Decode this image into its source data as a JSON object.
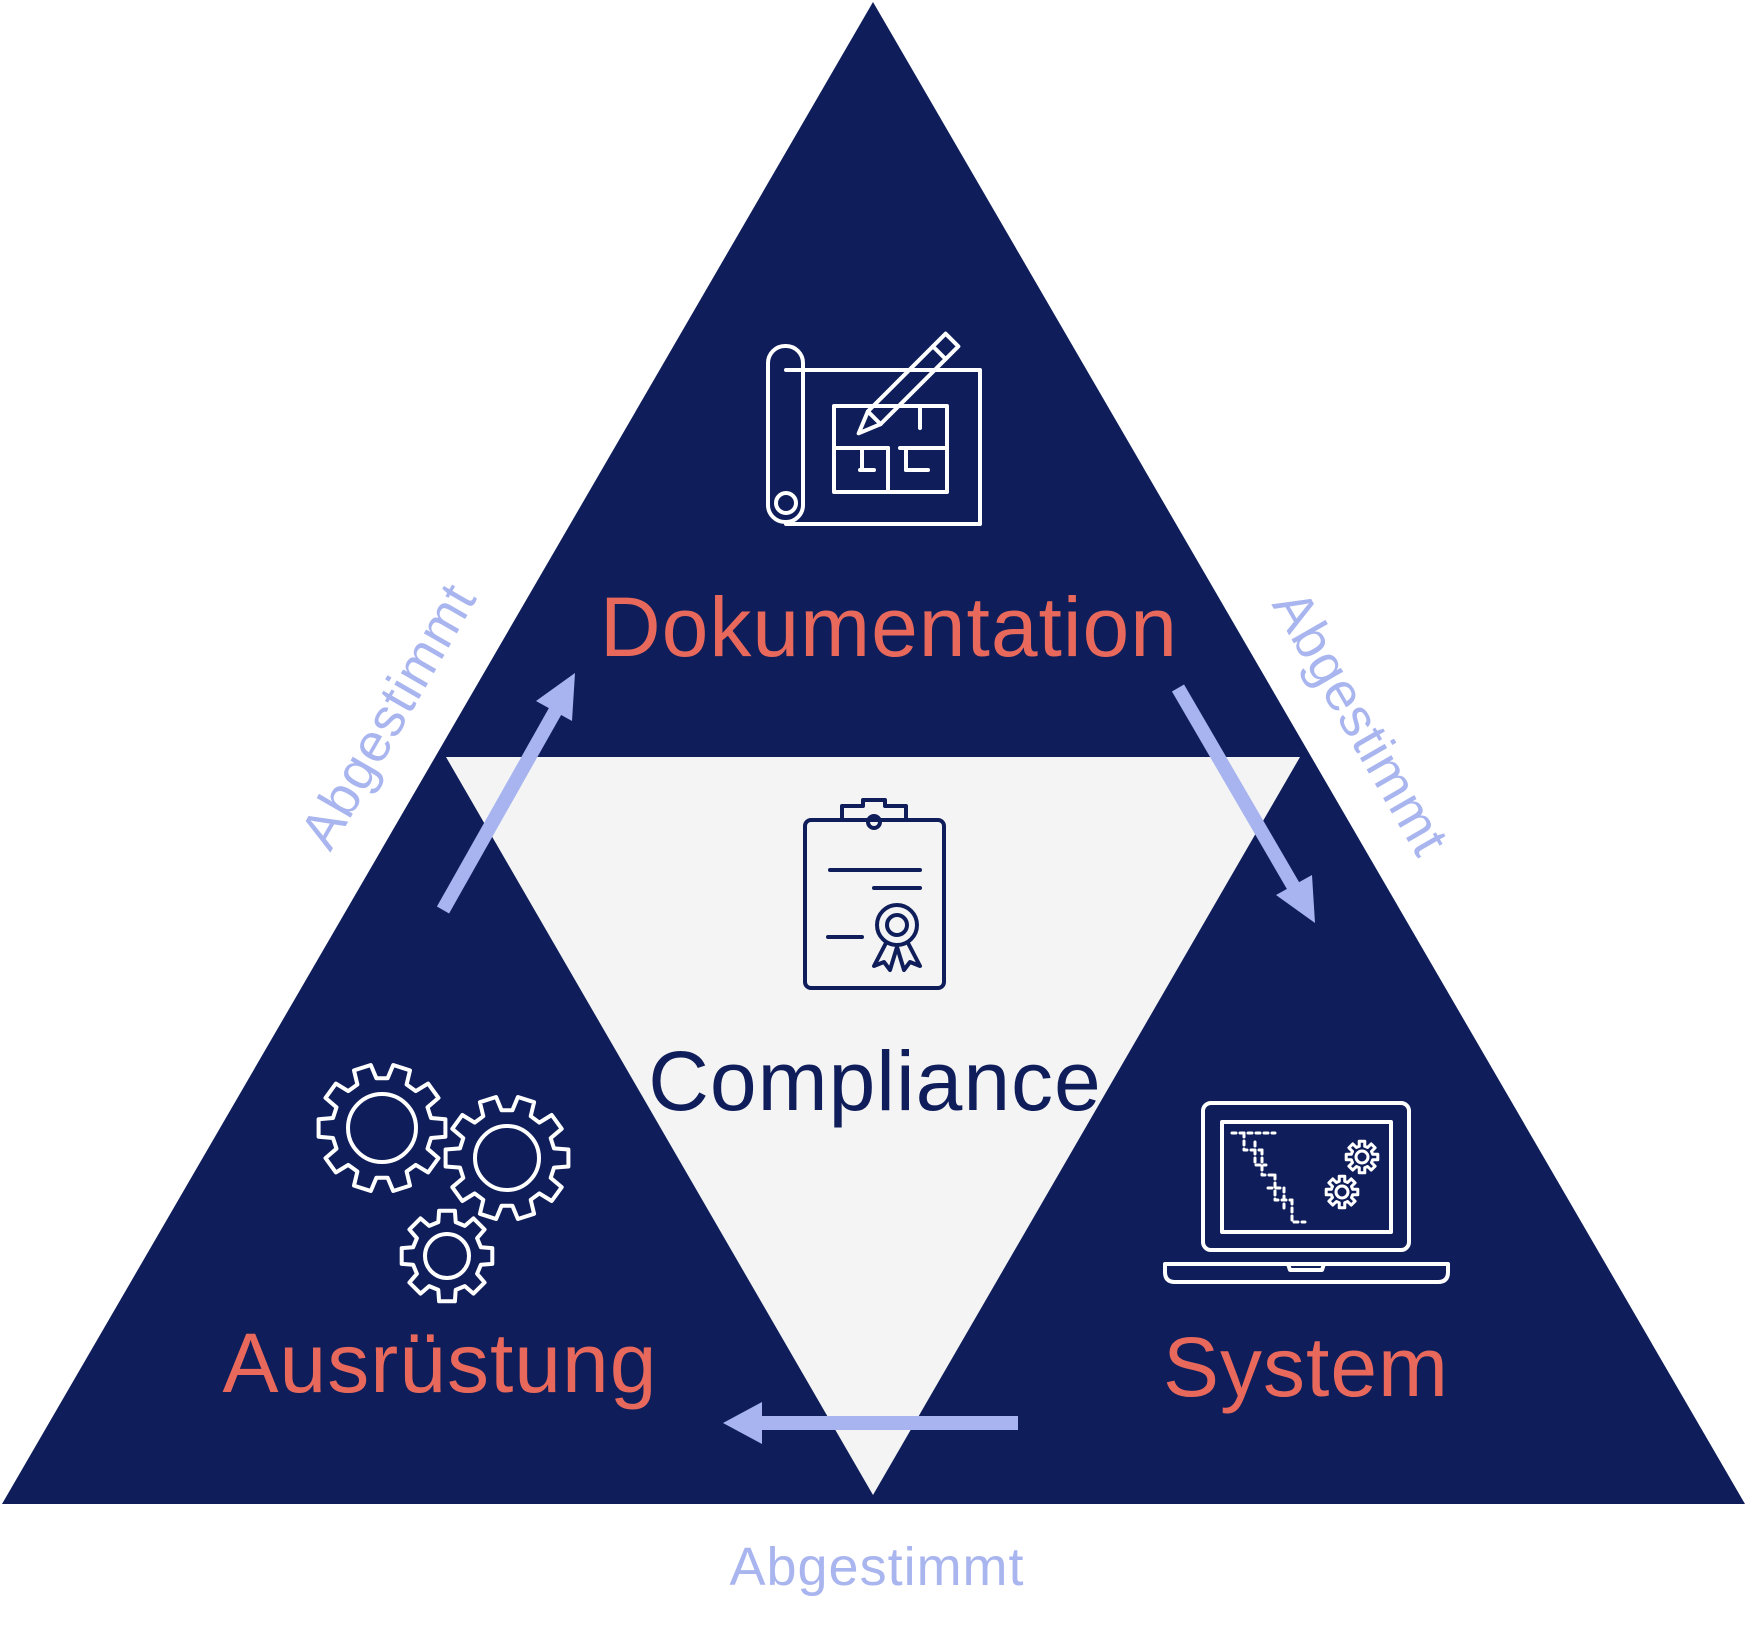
{
  "nodes": {
    "top": {
      "label": "Dokumentation"
    },
    "left": {
      "label": "Ausrüstung"
    },
    "right": {
      "label": "System"
    },
    "center": {
      "label": "Compliance"
    }
  },
  "edges": {
    "left": {
      "label": "Abgestimmt"
    },
    "right": {
      "label": "Abgestimmt"
    },
    "bottom": {
      "label": "Abgestimmt"
    }
  },
  "colors": {
    "navy": "#0f1e5a",
    "light": "#f4f4f4",
    "label": "#e8695c",
    "center_label": "#0f1e5a",
    "arrow": "#a7b4f0",
    "edge_label": "#a9b5ef",
    "icon": "#ffffff"
  },
  "icons": {
    "top": "blueprint-pencil-icon",
    "center": "certificate-clipboard-icon",
    "left": "gears-icon",
    "right": "laptop-gears-icon"
  }
}
